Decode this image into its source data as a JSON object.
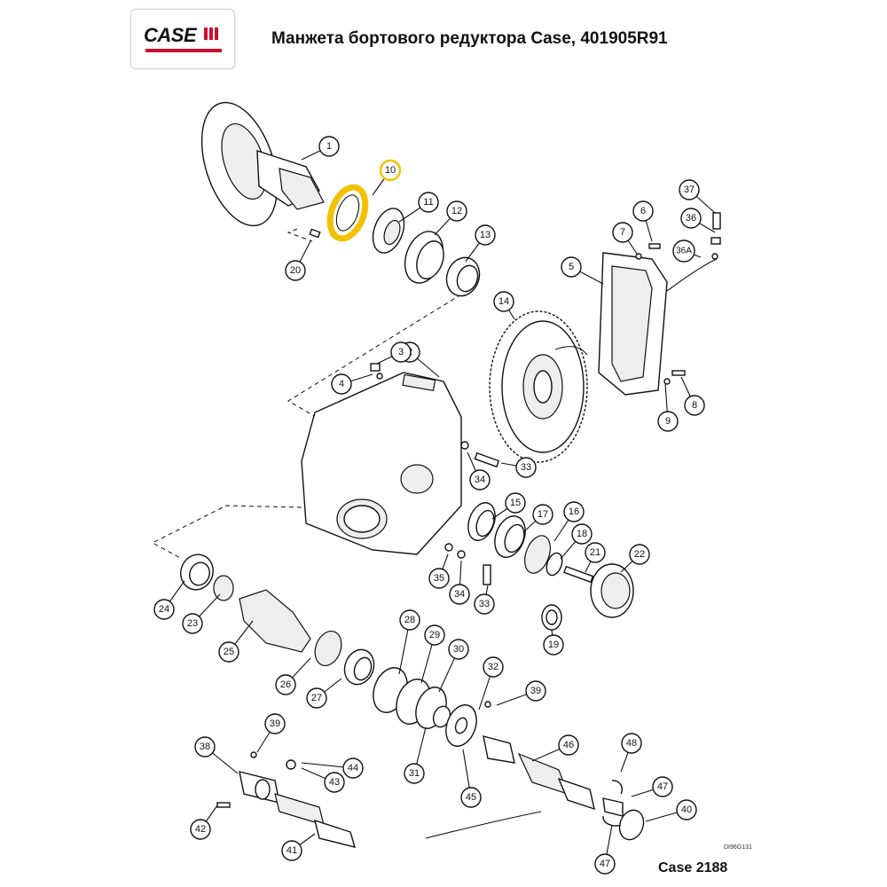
{
  "brand": {
    "name": "CASE",
    "accent": "#c8102e"
  },
  "title": "Манжета бортового редуктора Case, 401905R91",
  "footer": "Case 2188",
  "drawing_code": "DI96G131",
  "highlight_color": "#f2c200",
  "highlighted_part": "10",
  "callouts": [
    {
      "label": "1"
    },
    {
      "label": "2"
    },
    {
      "label": "3"
    },
    {
      "label": "4"
    },
    {
      "label": "5"
    },
    {
      "label": "6"
    },
    {
      "label": "7"
    },
    {
      "label": "8"
    },
    {
      "label": "9"
    },
    {
      "label": "10"
    },
    {
      "label": "11"
    },
    {
      "label": "12"
    },
    {
      "label": "13"
    },
    {
      "label": "14"
    },
    {
      "label": "15"
    },
    {
      "label": "16"
    },
    {
      "label": "17"
    },
    {
      "label": "18"
    },
    {
      "label": "19"
    },
    {
      "label": "20"
    },
    {
      "label": "21"
    },
    {
      "label": "22"
    },
    {
      "label": "23"
    },
    {
      "label": "24"
    },
    {
      "label": "25"
    },
    {
      "label": "26"
    },
    {
      "label": "27"
    },
    {
      "label": "28"
    },
    {
      "label": "29"
    },
    {
      "label": "30"
    },
    {
      "label": "31"
    },
    {
      "label": "32"
    },
    {
      "label": "33"
    },
    {
      "label": "33"
    },
    {
      "label": "34"
    },
    {
      "label": "34"
    },
    {
      "label": "35"
    },
    {
      "label": "36"
    },
    {
      "label": "36A"
    },
    {
      "label": "37"
    },
    {
      "label": "38"
    },
    {
      "label": "39"
    },
    {
      "label": "39"
    },
    {
      "label": "40"
    },
    {
      "label": "41"
    },
    {
      "label": "42"
    },
    {
      "label": "43"
    },
    {
      "label": "44"
    },
    {
      "label": "45"
    },
    {
      "label": "46"
    },
    {
      "label": "47"
    },
    {
      "label": "47"
    },
    {
      "label": "48"
    }
  ]
}
